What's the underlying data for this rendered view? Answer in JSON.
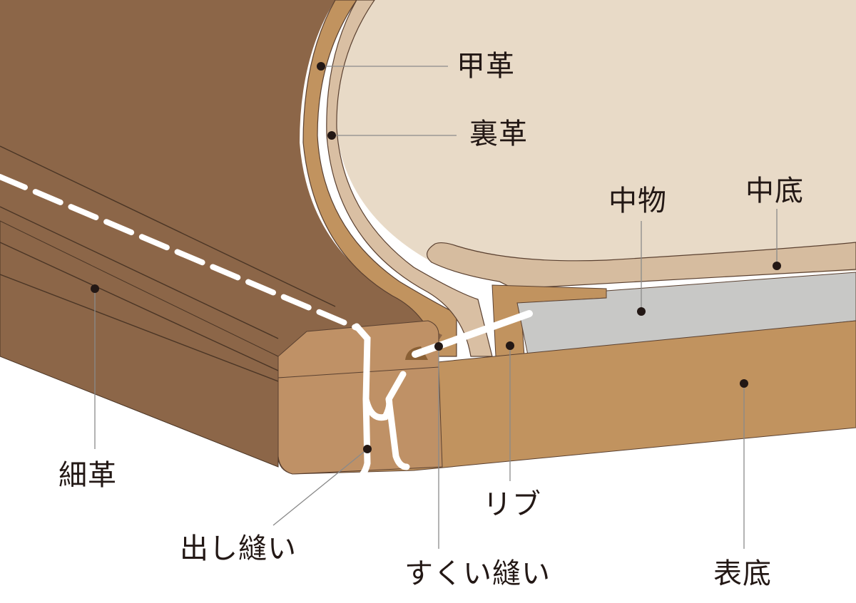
{
  "diagram": {
    "title": "Welted shoe cross-section",
    "colors": {
      "upper_dark": "#8c6648",
      "welt_face": "#bf9166",
      "welt_top": "#a87d56",
      "lining": "#d9bfa3",
      "interior": "#e8dac7",
      "insole": "#d6bc9f",
      "filler": "#c8c8c6",
      "outsole": "#c1935f",
      "stitch": "#ffffff",
      "outline": "#5a4030",
      "leader": "#8a8a8a",
      "dot": "#231815"
    },
    "labels": {
      "upper_leather": "甲革",
      "lining_leather": "裏革",
      "filler": "中物",
      "insole": "中底",
      "welt": "細革",
      "outsole_stitch": "出し縫い",
      "welt_stitch": "すくい縫い",
      "rib": "リブ",
      "outsole": "表底"
    }
  }
}
